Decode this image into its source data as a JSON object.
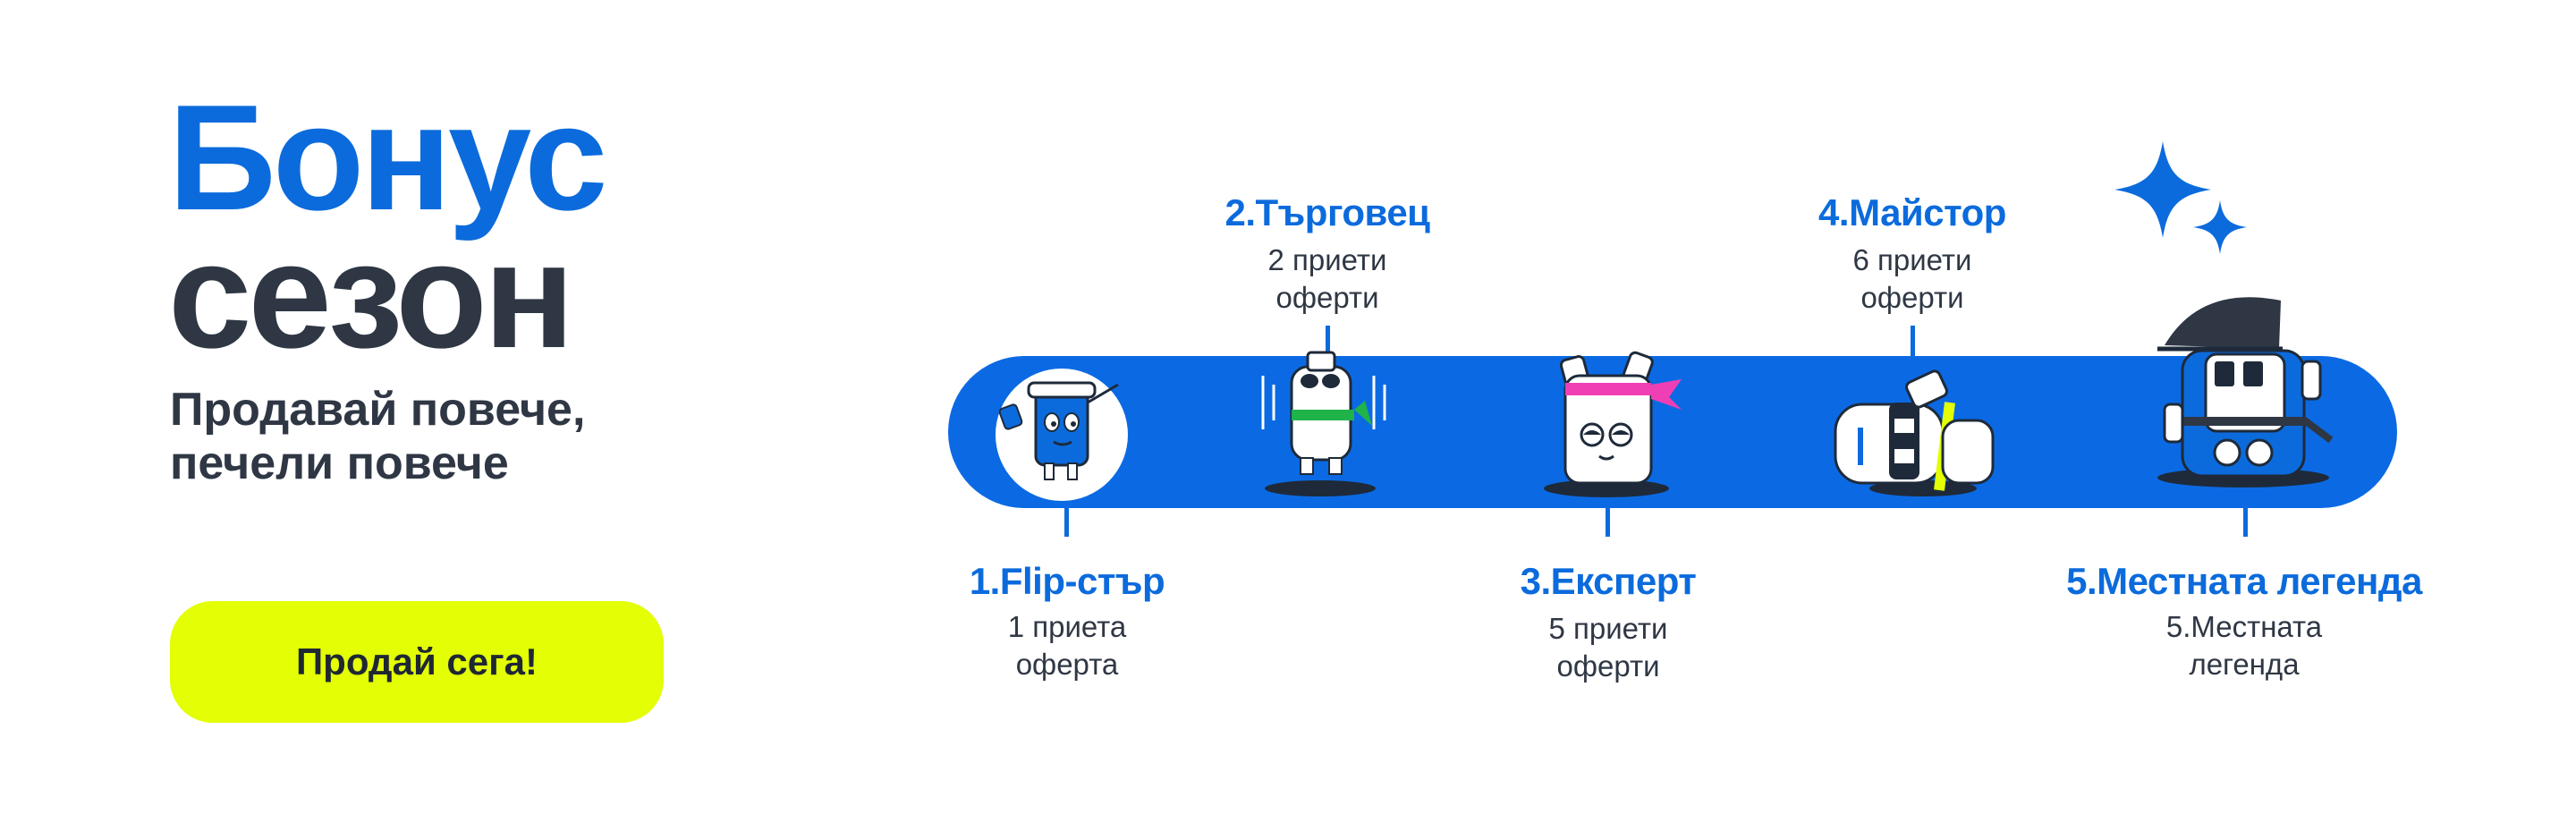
{
  "hero": {
    "title_line1": "Бонус",
    "title_line2": "сезон",
    "subtitle_line1": "Продавай повече,",
    "subtitle_line2": "печели повече",
    "cta_label": "Продай сега!"
  },
  "levels": [
    {
      "title": "1.Flip-стър",
      "desc_line1": "1 приета",
      "desc_line2": "оферта"
    },
    {
      "title": "2.Търговец",
      "desc_line1": "2 приети",
      "desc_line2": "оферти"
    },
    {
      "title": "3.Експерт",
      "desc_line1": "5 приети",
      "desc_line2": "оферти"
    },
    {
      "title": "4.Майстор",
      "desc_line1": "6 приети",
      "desc_line2": "оферти"
    },
    {
      "title": "5.Местната легенда",
      "desc_line1": "5.Местната",
      "desc_line2": "легенда"
    }
  ],
  "colors": {
    "brand_blue": "#0c6bdc",
    "dark_text": "#2f3744",
    "cta_yellow": "#e3fe05",
    "track_blue": "#0b6ae3"
  },
  "icons": [
    "flipster-mascot",
    "trader-mascot",
    "expert-mascot",
    "master-mascot",
    "legend-mascot",
    "sparkle-stars"
  ]
}
